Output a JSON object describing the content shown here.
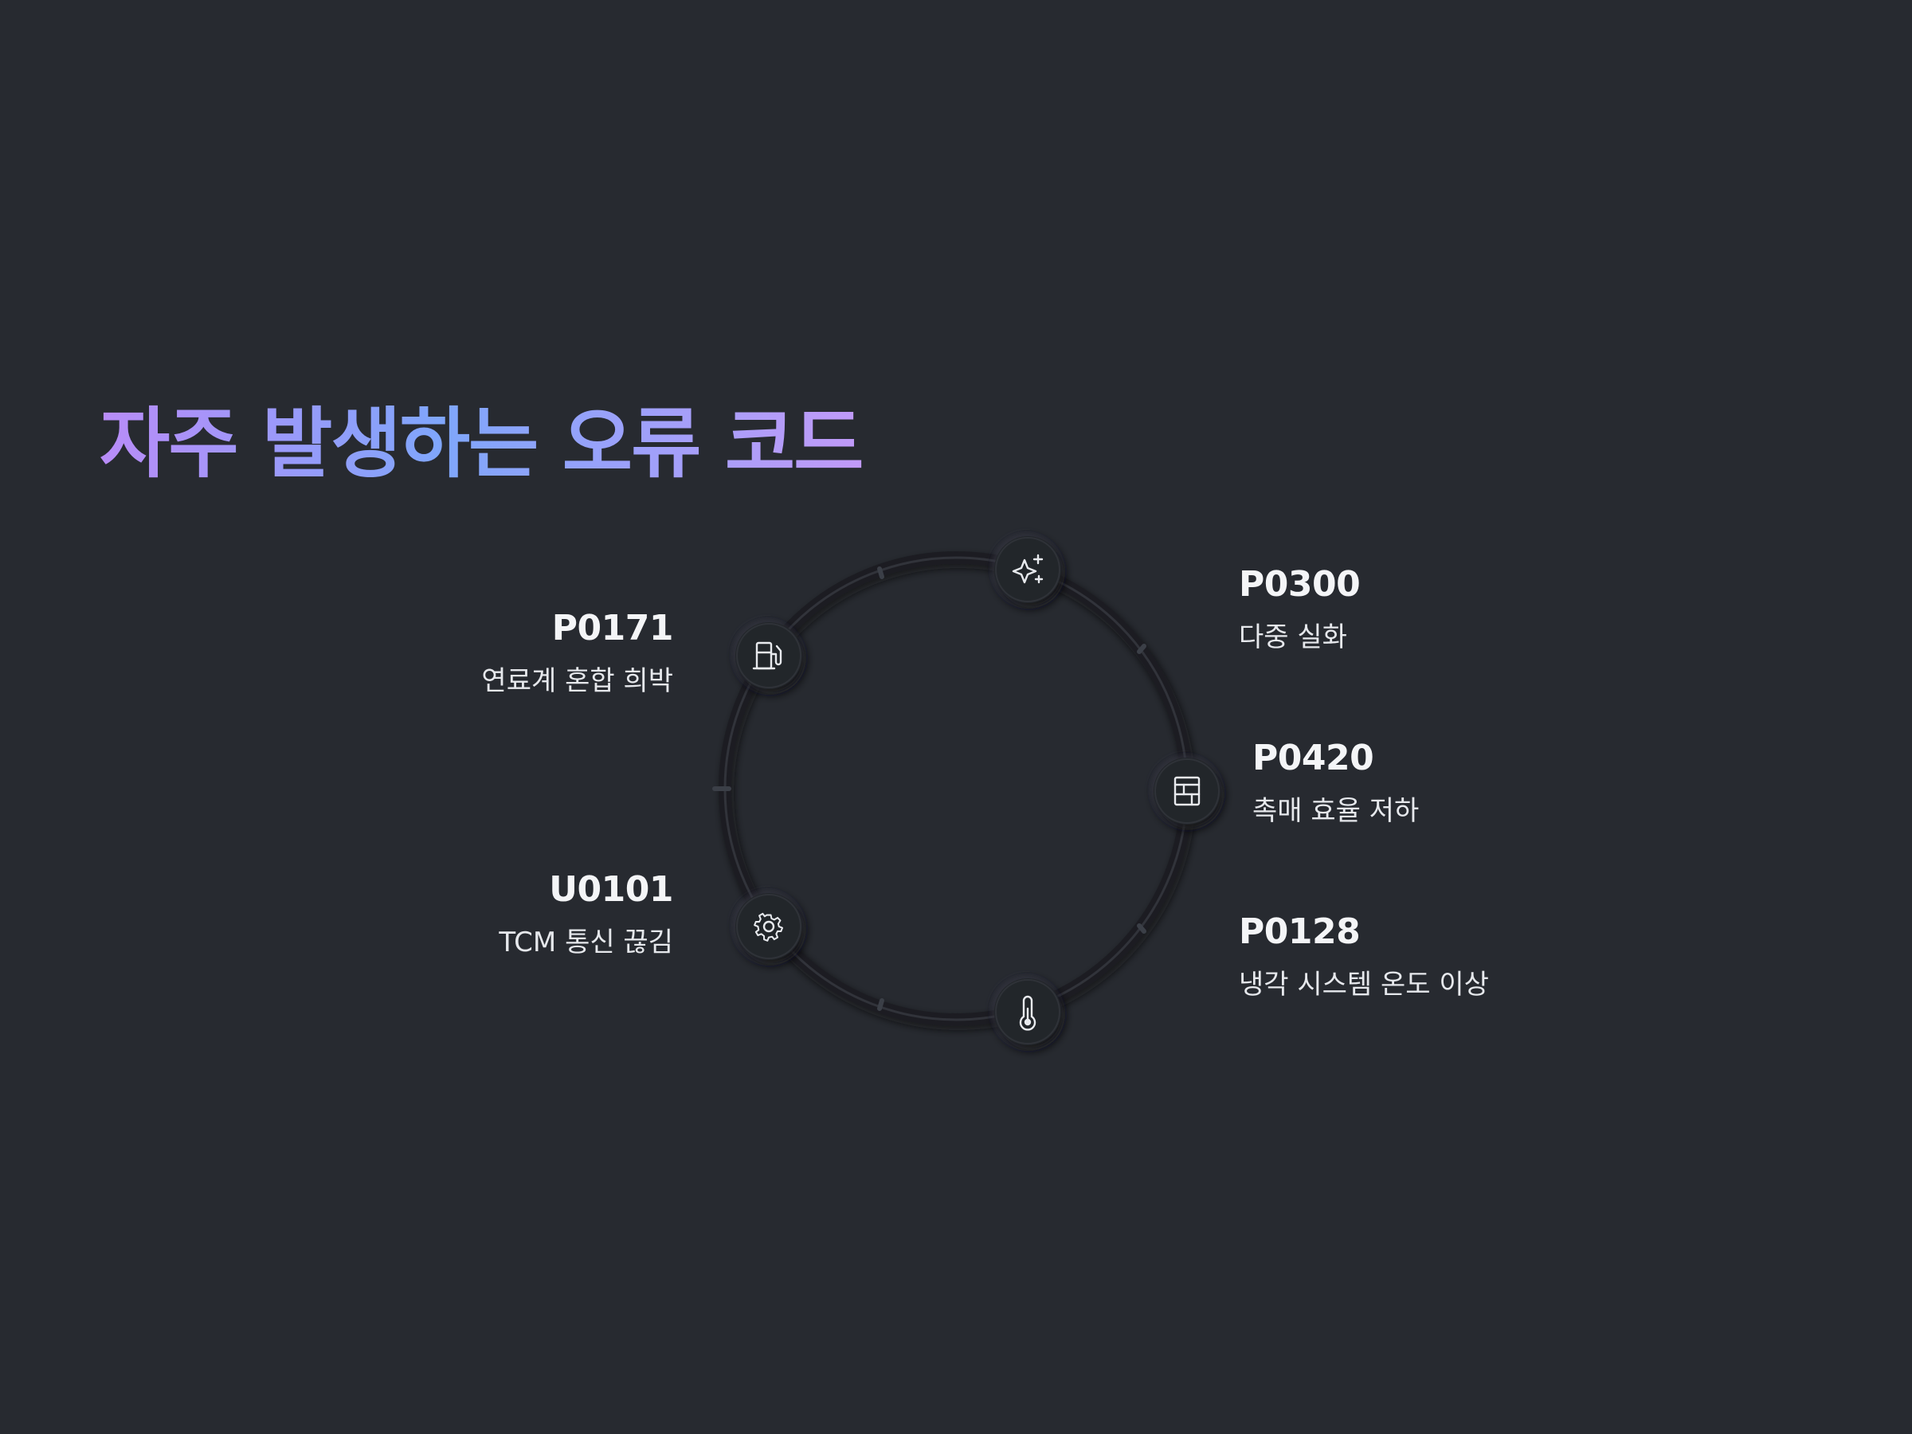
{
  "title": "자주 발생하는 오류 코드",
  "colors": {
    "background": "#272a30",
    "title_gradient_start": "#b98cf8",
    "title_gradient_mid": "#7fa6fb",
    "ring": "#1d1f24",
    "node": "#23262b",
    "icon_stroke": "#e8eaee"
  },
  "items": [
    {
      "code": "P0300",
      "desc": "다중 실화",
      "icon": "sparkles-icon"
    },
    {
      "code": "P0420",
      "desc": "촉매 효율 저하",
      "icon": "catalytic-converter-icon"
    },
    {
      "code": "P0128",
      "desc": "냉각 시스템 온도 이상",
      "icon": "thermometer-icon"
    },
    {
      "code": "U0101",
      "desc": "TCM 통신 끊김",
      "icon": "gear-icon"
    },
    {
      "code": "P0171",
      "desc": "연료계 혼합 희박",
      "icon": "fuel-pump-icon"
    }
  ]
}
